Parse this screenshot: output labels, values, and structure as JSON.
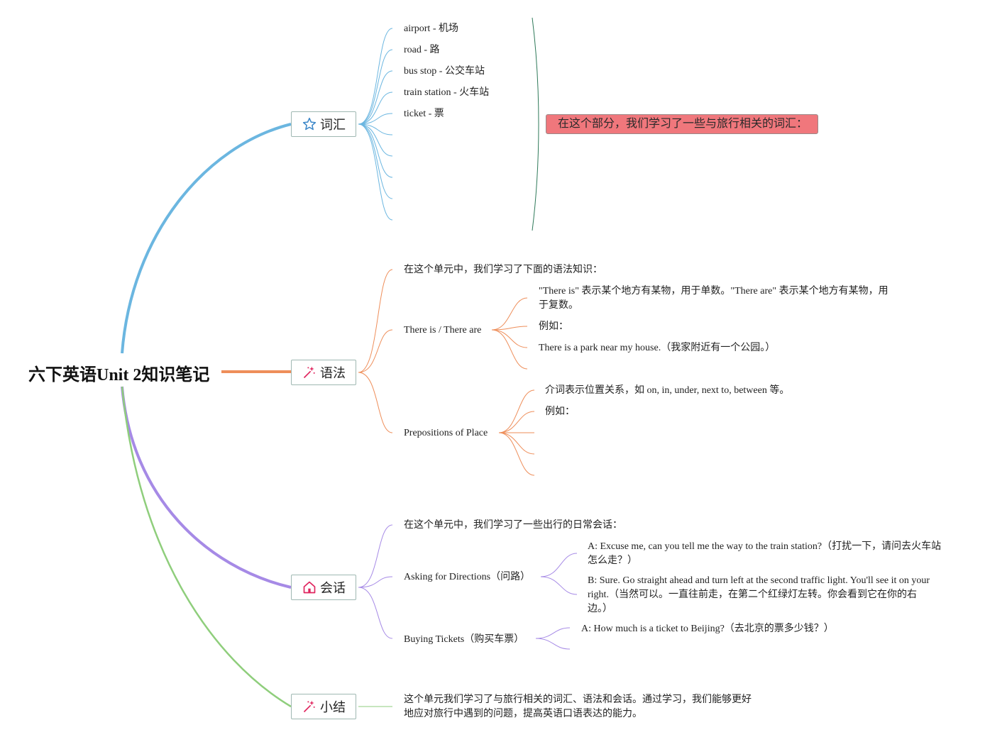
{
  "root": {
    "title": "六下英语Unit 2知识笔记"
  },
  "colors": {
    "vocab": "#6bb6e0",
    "grammar": "#ee8e5a",
    "dialog": "#a68ae6",
    "summary": "#8fce7c",
    "callout": "#f0777c",
    "icon": "#e0245e",
    "star": "#3a86c8"
  },
  "branches": {
    "vocab": {
      "label": "词汇",
      "icon": "star-icon",
      "items": [
        "airport - 机场",
        "road - 路",
        "bus stop - 公交车站",
        "train station - 火车站",
        "ticket - 票"
      ],
      "callout": "在这个部分，我们学习了一些与旅行相关的词汇："
    },
    "grammar": {
      "label": "语法",
      "icon": "magic-wand-icon",
      "intro": "在这个单元中，我们学习了下面的语法知识：",
      "there": {
        "title": "There is / There are",
        "items": [
          "\"There is\" 表示某个地方有某物，用于单数。\"There are\" 表示某个地方有某物，用于复数。",
          "例如：",
          "There is a park near my house.（我家附近有一个公园。）"
        ]
      },
      "prep": {
        "title": "Prepositions of Place",
        "items": [
          "介词表示位置关系，如 on, in, under, next to, between 等。",
          "例如："
        ]
      }
    },
    "dialog": {
      "label": "会话",
      "icon": "house-icon",
      "intro": "在这个单元中，我们学习了一些出行的日常会话：",
      "directions": {
        "title": "Asking for Directions（问路）",
        "items": [
          "A: Excuse me, can you tell me the way to the train station?（打扰一下，请问去火车站怎么走？）",
          "B: Sure. Go straight ahead and turn left at the second traffic light. You'll see it on your right.（当然可以。一直往前走，在第二个红绿灯左转。你会看到它在你的右边。）"
        ]
      },
      "tickets": {
        "title": "Buying Tickets（购买车票）",
        "items": [
          "A: How much is a ticket to Beijing?（去北京的票多少钱？）"
        ]
      }
    },
    "summary": {
      "label": "小结",
      "icon": "magic-wand-icon",
      "text": "这个单元我们学习了与旅行相关的词汇、语法和会话。通过学习，我们能够更好地应对旅行中遇到的问题，提高英语口语表达的能力。"
    }
  }
}
